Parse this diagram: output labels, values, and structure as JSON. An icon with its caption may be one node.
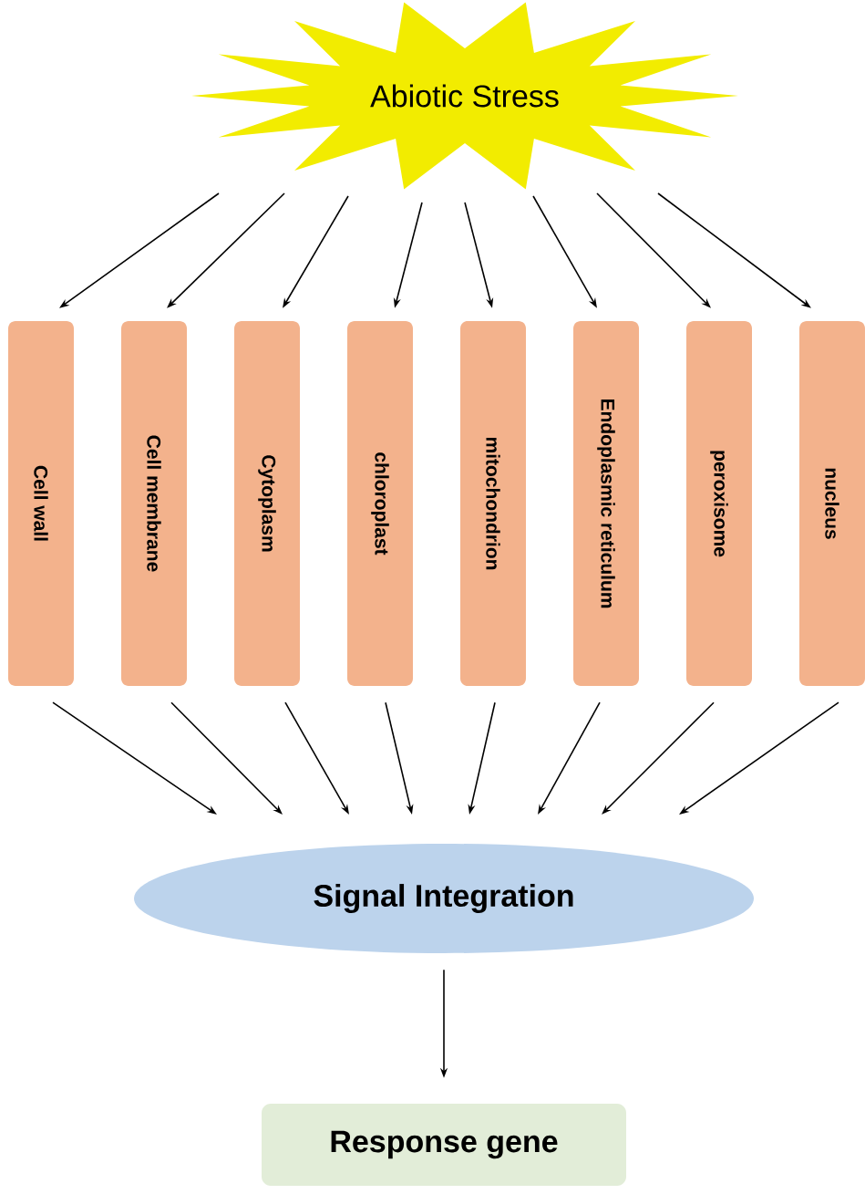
{
  "diagram": {
    "nodes": [
      {
        "text": [
          "Abiotic Stress"
        ]
      },
      {
        "text": [
          "Cell wall"
        ]
      },
      {
        "text": [
          "Cell membrane"
        ]
      },
      {
        "text": [
          "Cytoplasm"
        ]
      },
      {
        "text": [
          "chloroplast"
        ]
      },
      {
        "text": [
          "mitochondrion"
        ]
      },
      {
        "text": [
          "Endoplasmic reticulum"
        ]
      },
      {
        "text": [
          "peroxisome"
        ]
      },
      {
        "text": [
          "nucleus"
        ]
      },
      {
        "text": [
          "Signal Integration"
        ]
      },
      {
        "text": [
          "Response gene"
        ]
      }
    ],
    "edges": [
      {
        "from": 0,
        "to": 1,
        "arrow": "to"
      },
      {
        "from": 0,
        "to": 2,
        "arrow": "to"
      },
      {
        "from": 0,
        "to": 3,
        "arrow": "to"
      },
      {
        "from": 0,
        "to": 4,
        "arrow": "to"
      },
      {
        "from": 0,
        "to": 5,
        "arrow": "to"
      },
      {
        "from": 0,
        "to": 6,
        "arrow": "to"
      },
      {
        "from": 0,
        "to": 7,
        "arrow": "to"
      },
      {
        "from": 0,
        "to": 8,
        "arrow": "to"
      },
      {
        "from": 1,
        "to": 9,
        "arrow": "to"
      },
      {
        "from": 2,
        "to": 9,
        "arrow": "to"
      },
      {
        "from": 3,
        "to": 9,
        "arrow": "to"
      },
      {
        "from": 4,
        "to": 9,
        "arrow": "to"
      },
      {
        "from": 5,
        "to": 9,
        "arrow": "to"
      },
      {
        "from": 6,
        "to": 9,
        "arrow": "to"
      },
      {
        "from": 7,
        "to": 9,
        "arrow": "to"
      },
      {
        "from": 8,
        "to": 9,
        "arrow": "to"
      },
      {
        "from": 9,
        "to": 10,
        "arrow": "to"
      }
    ]
  }
}
